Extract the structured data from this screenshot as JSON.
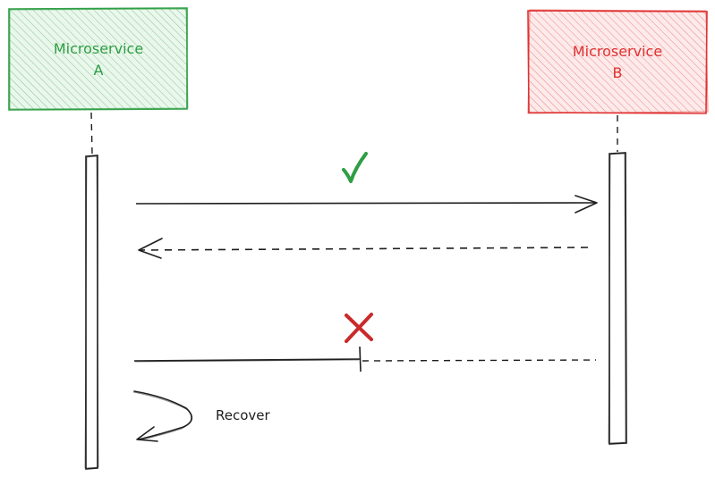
{
  "participants": {
    "a": {
      "line1": "Microservice",
      "line2": "A",
      "stroke": "#2f9e44",
      "fill": "#b2f2bb",
      "text_color": "#2f9e44"
    },
    "b": {
      "line1": "Microservice",
      "line2": "B",
      "stroke": "#e03131",
      "fill": "#ffc9c9",
      "text_color": "#e03131"
    }
  },
  "markers": {
    "success": {
      "icon": "check-icon",
      "color": "#2f9e44"
    },
    "failure": {
      "icon": "cross-icon",
      "color": "#c92a2a"
    }
  },
  "notes": {
    "recover": "Recover"
  },
  "line_color": "#1e1e1e"
}
